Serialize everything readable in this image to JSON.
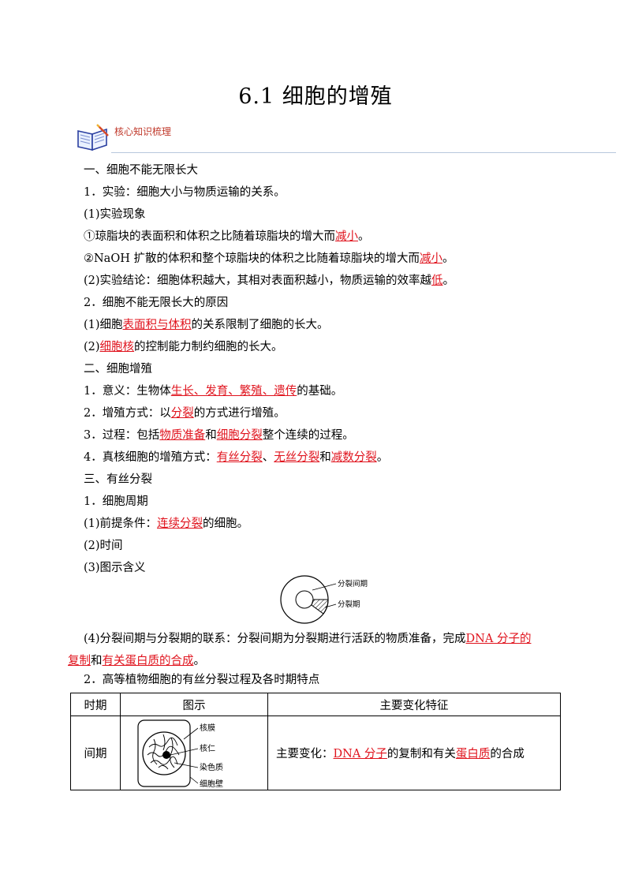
{
  "title": "6.1 细胞的增殖",
  "header": {
    "label": "核心知识梳理"
  },
  "lines": {
    "l1": "一、细胞不能无限长大",
    "l2": "1．实验：细胞大小与物质运输的关系。",
    "l3": "(1)实验现象",
    "l4a": "①琼脂块的表面积和体积之比随着琼脂块的增大而",
    "l4b": "减小",
    "l4c": "。",
    "l5a": "②NaOH 扩散的体积和整个琼脂块的体积之比随着琼脂块的增大而",
    "l5b": "减小",
    "l5c": "。",
    "l6a": "(2)实验结论：细胞体积越大，其相对表面积越小，物质运输的效率越",
    "l6b": "低",
    "l6c": "。",
    "l7": "2．细胞不能无限长大的原因",
    "l8a": "(1)细胞",
    "l8b": "表面积与体积",
    "l8c": "的关系限制了细胞的长大。",
    "l9a": "(2)",
    "l9b": "细胞核",
    "l9c": "的控制能力制约细胞的长大。",
    "l10": "二、细胞增殖",
    "l11a": "1．意义：生物体",
    "l11b": "生长、发育、繁殖、遗传",
    "l11c": "的基础。",
    "l12a": "2．增殖方式：以",
    "l12b": "分裂",
    "l12c": "的方式进行增殖。",
    "l13a": "3．过程：包括",
    "l13b": "物质准备",
    "l13c": "和",
    "l13d": "细胞分裂",
    "l13e": "整个连续的过程。",
    "l14a": "4．真核细胞的增殖方式：",
    "l14b": "有丝分裂",
    "l14c": "、",
    "l14d": "无丝分裂",
    "l14e": "和",
    "l14f": "减数分裂",
    "l14g": "。",
    "l15": "三、有丝分裂",
    "l16": "1．细胞周期",
    "l17a": "(1)前提条件：",
    "l17b": "连续分裂",
    "l17c": "的细胞。",
    "l18": "(2)时间",
    "l19": "(3)图示含义",
    "l20a": "(4)分裂间期与分裂期的联系：分裂间期为分裂期进行活跃的物质准备，完成",
    "l20b": "DNA 分子的",
    "l21a": "复制",
    "l21b": "和",
    "l21c": "有关蛋白质的合成",
    "l21d": "。",
    "l22": "2．高等植物细胞的有丝分裂过程及各时期特点"
  },
  "cycle_diagram": {
    "label_interphase": "分裂间期",
    "label_mitosis": "分裂期"
  },
  "table": {
    "headers": [
      "时期",
      "图示",
      "主要变化特征"
    ],
    "row": {
      "period": "间期",
      "labels": [
        "核膜",
        "核仁",
        "染色质",
        "细胞壁"
      ],
      "feat_a": "主要变化：",
      "feat_b": "DNA 分子",
      "feat_c": "的复制和有关",
      "feat_d": "蛋白质",
      "feat_e": "的合成"
    }
  },
  "colors": {
    "answer": "#e0141e",
    "header_label": "#c0392b",
    "header_line": "#b8c8dc"
  }
}
